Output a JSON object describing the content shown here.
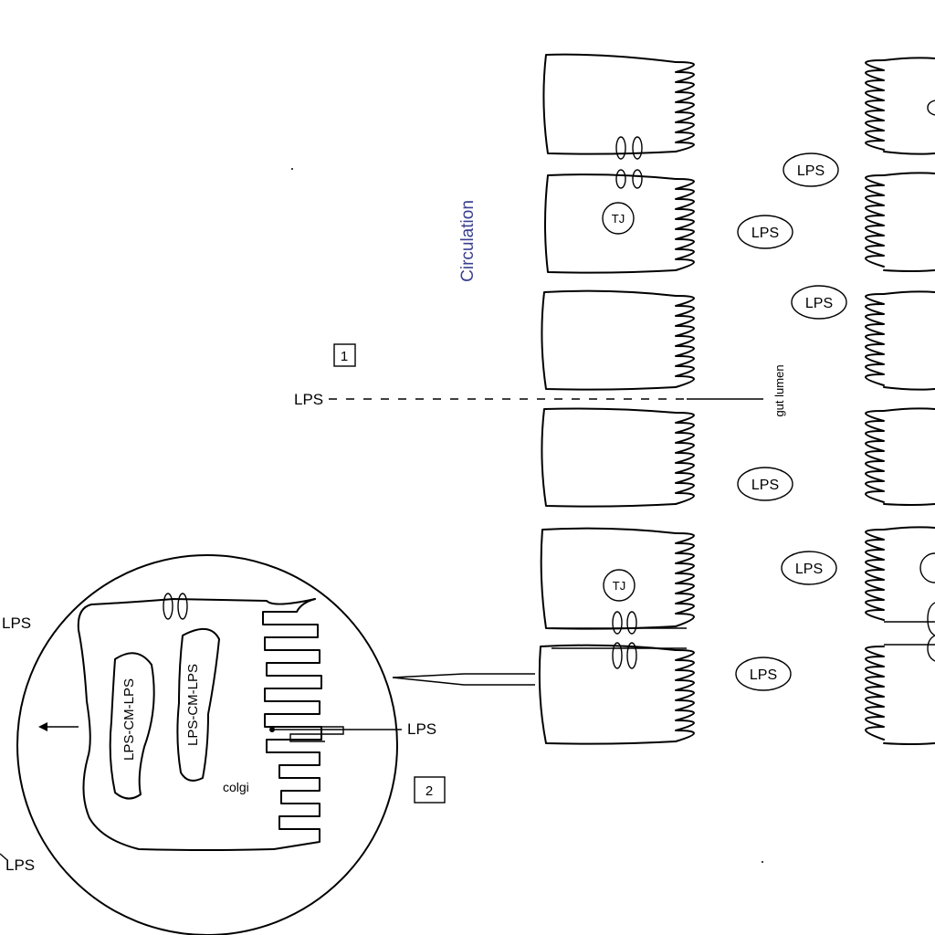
{
  "labels": {
    "circulation": "Circulation",
    "gut_lumen": "gut lumen",
    "route_1": "1",
    "route_2": "2",
    "lps_left_route1": "LPS",
    "lps_entering_route2": "LPS",
    "lps_exit_top": "LPS",
    "lps_exit_bottom": "LPS",
    "golgi": "colgi",
    "chylomicron_1": "LPS-CM-LPS",
    "chylomicron_2": "LPS-CM-LPS",
    "tight_junction_top": "TJ",
    "tight_junction_bottom": "TJ"
  },
  "lumen_lps": [
    "LPS",
    "LPS",
    "LPS",
    "LPS",
    "LPS",
    "LPS"
  ],
  "colors": {
    "stroke": "#000000",
    "circulation_label": "#3a3f8f",
    "background": "#ffffff"
  }
}
